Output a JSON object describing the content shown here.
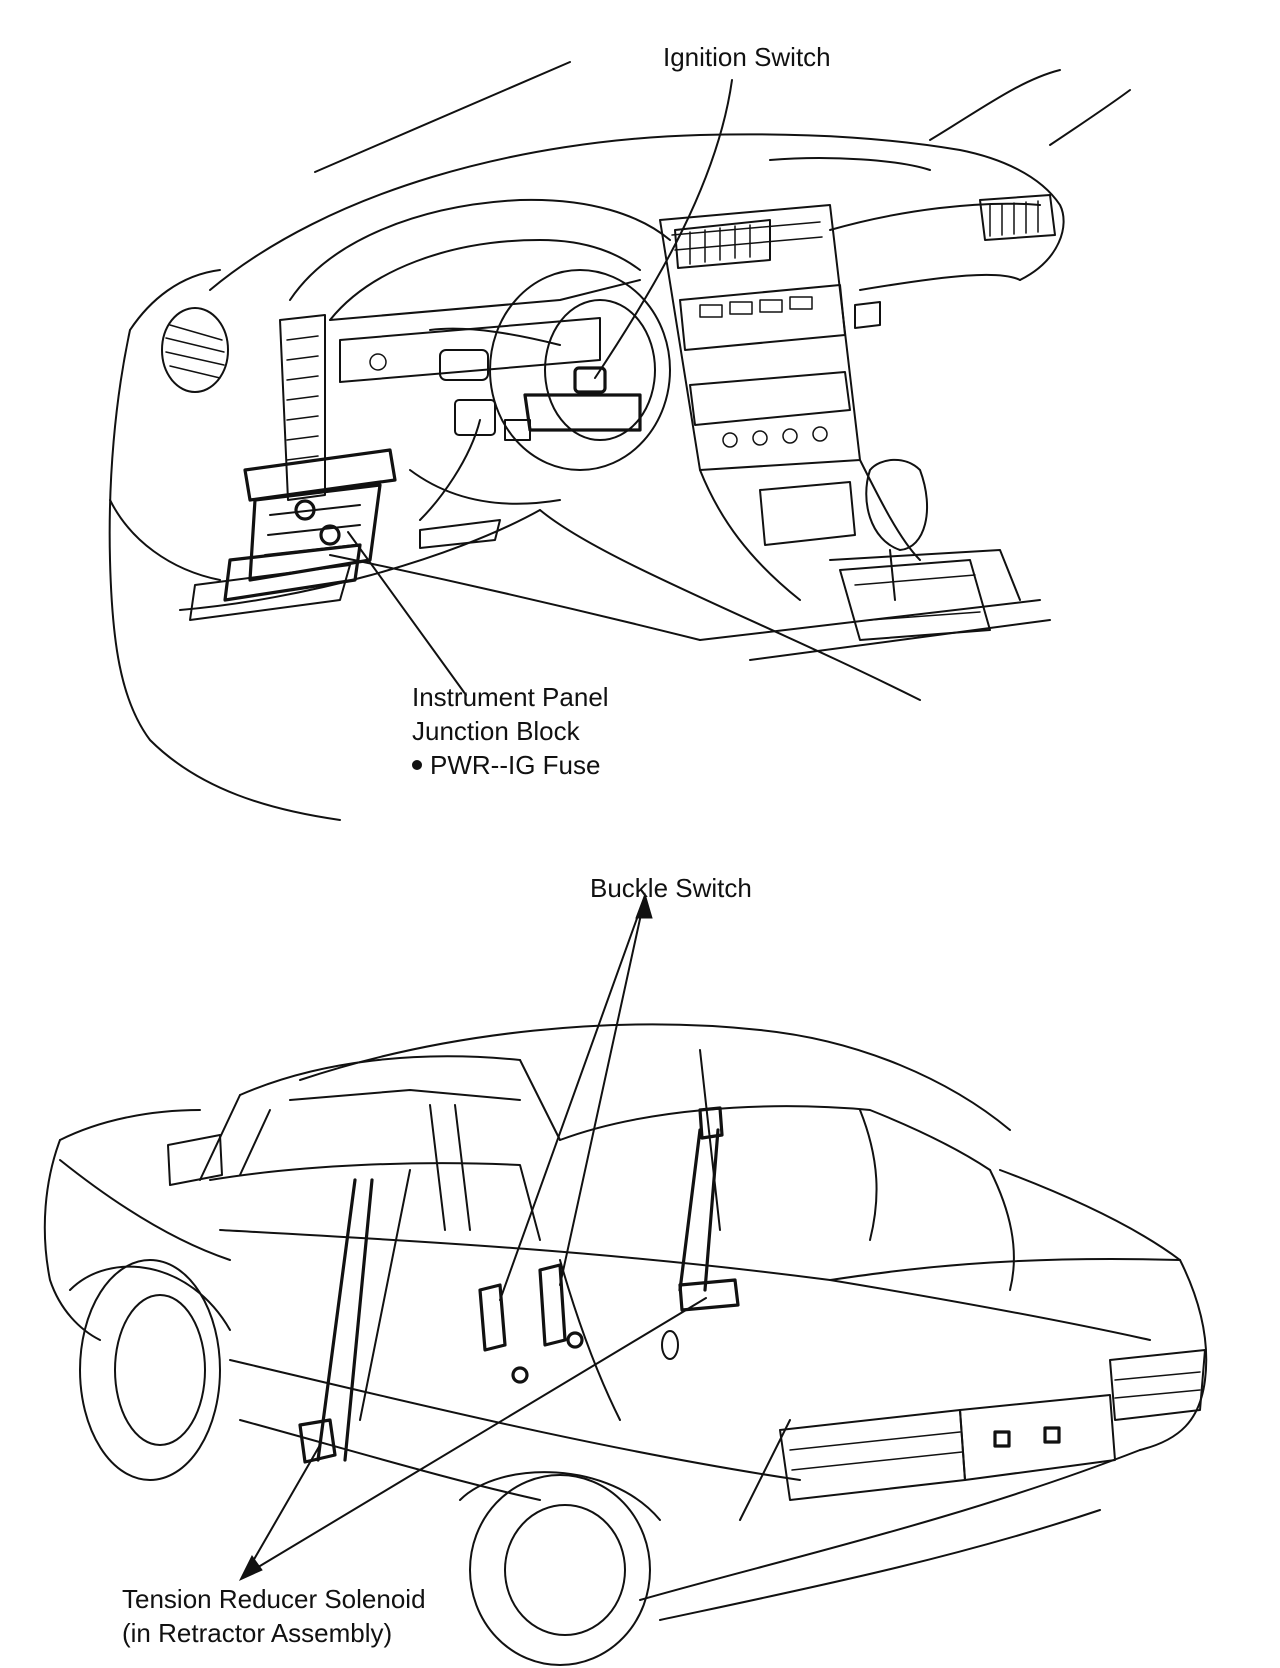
{
  "top_view": {
    "labels": {
      "ignition_switch": "Ignition Switch",
      "junction_block": [
        "Instrument Panel",
        "Junction Block"
      ],
      "fuse": "PWR--IG Fuse"
    }
  },
  "bottom_view": {
    "labels": {
      "buckle_switch": "Buckle Switch",
      "tension_reducer": [
        "Tension Reducer Solenoid",
        "(in Retractor Assembly)"
      ]
    }
  }
}
